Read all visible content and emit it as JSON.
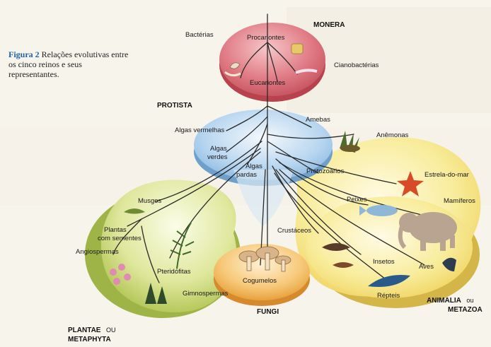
{
  "caption": {
    "figure": "Figura 2",
    "text": "Relações evolutivas entre os cinco reinos e seus representantes."
  },
  "kingdoms": {
    "monera": "MONERA",
    "protista": "PROTISTA",
    "fungi": "FUNGI",
    "plantae_1": "PLANTAE",
    "plantae_ou": "OU",
    "plantae_2": "METAPHYTA",
    "animalia_1": "ANIMALIA",
    "animalia_ou": "ou",
    "animalia_2": "METAZOA"
  },
  "labels": {
    "bacterias": "Bactérias",
    "procariontes": "Procariontes",
    "cianobacterias": "Cianobactérias",
    "eucariontes": "Eucariontes",
    "amebas": "Amebas",
    "algas_vermelhas": "Algas vermelhas",
    "algas_verdes_1": "Algas",
    "algas_verdes_2": "verdes",
    "algas_pardas_1": "Algas",
    "algas_pardas_2": "pardas",
    "anemonas": "Anêmonas",
    "protozoarios": "Protozoários",
    "estrela_do_mar": "Estrela-do-mar",
    "peixes": "Peixes",
    "mamiferos": "Mamíferos",
    "crustaceos": "Crustáceos",
    "insetos": "Insetos",
    "aves": "Aves",
    "repteis": "Répteis",
    "musgos": "Musgos",
    "plantas_sementes_1": "Plantas",
    "plantas_sementes_2": "com sementes",
    "angiospermas": "Angiospermas",
    "pteridofitas": "Pteridófitas",
    "gimnospermas": "Gimnospermas",
    "cogumelos": "Cogumelos"
  },
  "colors": {
    "monera": "#d9646e",
    "protista": "#9cc6ea",
    "fungi": "#f2b24a",
    "plantae": "#c9d86a",
    "animalia": "#f4e278",
    "caption_accent": "#1e63a8"
  }
}
